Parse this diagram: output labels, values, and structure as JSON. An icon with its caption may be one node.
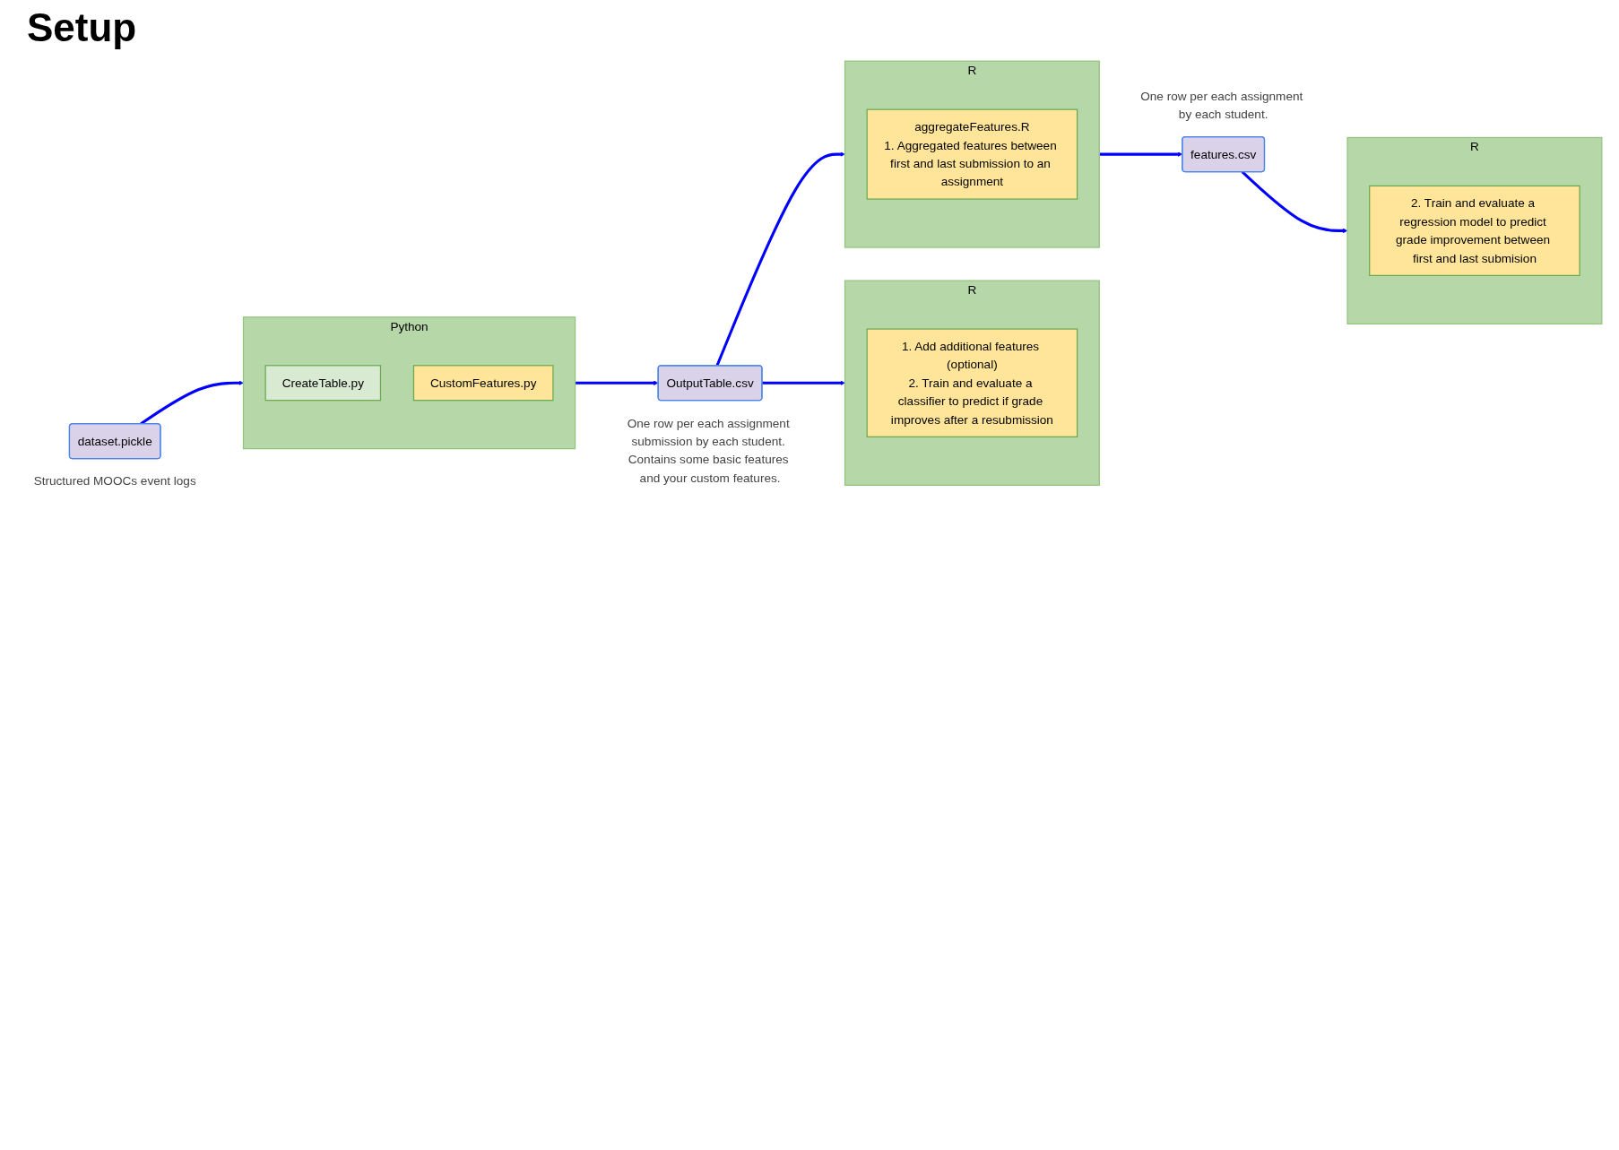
{
  "diagram": {
    "title": "Setup",
    "nodes": [
      {
        "text": [
          "dataset.pickle"
        ],
        "beside": [
          "Structured MOOCs event logs"
        ]
      },
      {
        "text": [
          "Python"
        ]
      },
      {
        "text": [
          "CreateTable.py"
        ],
        "in": 1
      },
      {
        "text": [
          "CustomFeatures.py"
        ],
        "in": 1
      },
      {
        "text": [
          "OutputTable.csv"
        ],
        "beside": [
          "One row per each assignment submission by each student. Contains some basic features and your custom features."
        ]
      },
      {
        "text": [
          "R"
        ]
      },
      {
        "text": [
          "1. Add additional features (optional)",
          "2. Train and evaluate a classifier to predict if grade improves after a resubmission"
        ],
        "in": 5
      },
      {
        "text": [
          "R"
        ]
      },
      {
        "text": [
          "aggregateFeatures.R",
          "1. Aggregated features between first and last submission to an assignment"
        ],
        "in": 7
      },
      {
        "text": [
          "features.csv"
        ],
        "beside": [
          "One row per each assignment by each student."
        ]
      },
      {
        "text": [
          "R"
        ]
      },
      {
        "text": [
          "2. Train and evaluate a regression model to predict grade improvement between first and last submision"
        ],
        "in": 10
      }
    ],
    "edges": [
      {
        "from": 0,
        "to": 1,
        "arrow": "to"
      },
      {
        "from": 1,
        "to": 4,
        "arrow": "to"
      },
      {
        "from": 4,
        "to": 5,
        "arrow": "to"
      },
      {
        "from": 4,
        "to": 7,
        "arrow": "to"
      },
      {
        "from": 7,
        "to": 9,
        "arrow": "to"
      },
      {
        "from": 9,
        "to": 10,
        "arrow": "to"
      }
    ]
  }
}
